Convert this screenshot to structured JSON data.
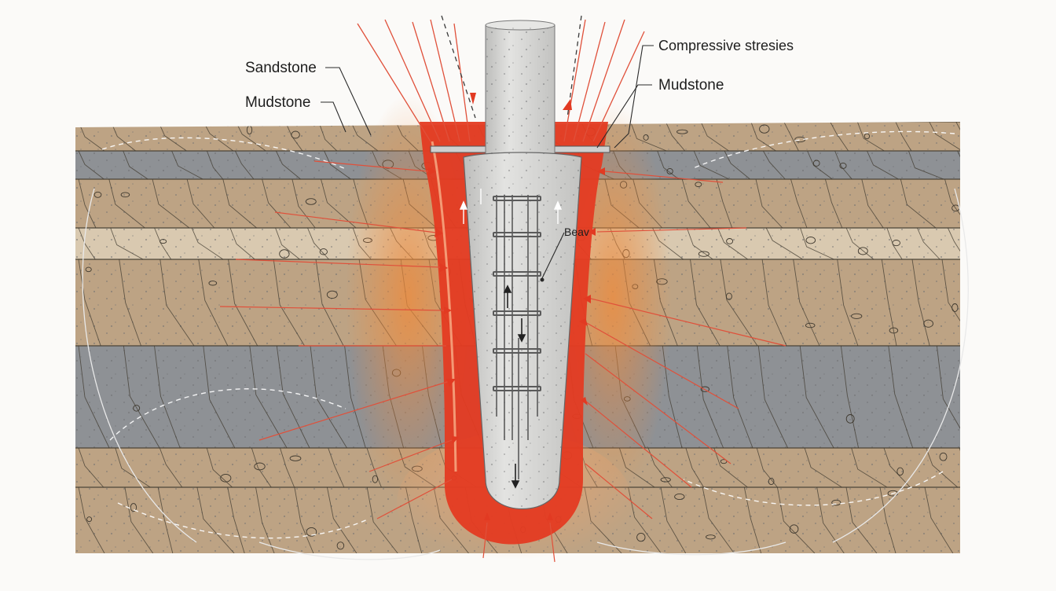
{
  "labels": {
    "sandstone": "Sandstone",
    "mudstone_left": "Mudstone",
    "compressive": "Compressive stresies",
    "mudstone_right": "Mudstone",
    "beav": "Beav"
  },
  "colors": {
    "sandstone": "#bda384",
    "sandstone_light": "#d9c9b0",
    "mudstone": "#8e9195",
    "stress_red": "#e23a22",
    "stress_orange": "#f08a3a",
    "concrete": "#d3d3d1",
    "background": "#fbfaf8"
  }
}
